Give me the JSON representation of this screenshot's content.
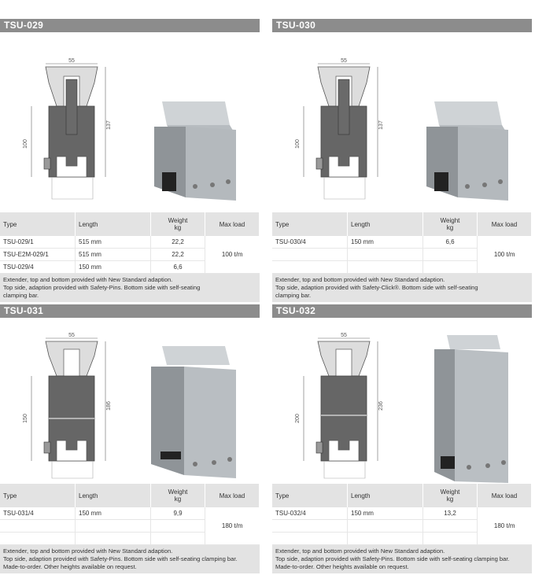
{
  "panels": [
    {
      "id": "TSU-029",
      "dims": {
        "width": "55",
        "height_inner": "100",
        "height_outer": "137"
      },
      "headers": {
        "type": "Type",
        "length": "Length",
        "weight": "Weight",
        "weight_unit": "kg",
        "max_load": "Max load"
      },
      "rows": [
        {
          "type": "TSU-029/1",
          "length": "515 mm",
          "weight": "22,2"
        },
        {
          "type": "TSU-E2M-029/1",
          "length": "515 mm",
          "weight": "22,2"
        },
        {
          "type": "TSU-029/4",
          "length": "150 mm",
          "weight": "6,6"
        }
      ],
      "max_load": "100 t/m",
      "description": [
        "Extender, top and bottom provided with New Standard adaption.",
        "Top side, adaption provided with Safety-Pins. Bottom side with self-seating",
        "clamping bar."
      ]
    },
    {
      "id": "TSU-030",
      "dims": {
        "width": "55",
        "height_inner": "100",
        "height_outer": "137"
      },
      "headers": {
        "type": "Type",
        "length": "Length",
        "weight": "Weight",
        "weight_unit": "kg",
        "max_load": "Max load"
      },
      "rows": [
        {
          "type": "TSU-030/4",
          "length": "150 mm",
          "weight": "6,6"
        },
        {
          "type": "",
          "length": "",
          "weight": ""
        },
        {
          "type": "",
          "length": "",
          "weight": ""
        }
      ],
      "max_load": "100 t/m",
      "description": [
        "Extender, top and bottom provided with New Standard adaption.",
        "Top side, adaption provided with Safety-Click®. Bottom side with self-seating",
        "clamping bar."
      ]
    },
    {
      "id": "TSU-031",
      "dims": {
        "width": "55",
        "height_inner": "150",
        "height_outer": "186"
      },
      "headers": {
        "type": "Type",
        "length": "Length",
        "weight": "Weight",
        "weight_unit": "kg",
        "max_load": "Max load"
      },
      "rows": [
        {
          "type": "TSU-031/4",
          "length": "150 mm",
          "weight": "9,9"
        },
        {
          "type": "",
          "length": "",
          "weight": ""
        },
        {
          "type": "",
          "length": "",
          "weight": ""
        }
      ],
      "max_load": "180 t/m",
      "description": [
        "Extender, top and bottom provided with New Standard adaption.",
        "Top side, adaption provided with Safety-Pins. Bottom side with self-seating clamping bar.",
        "Made-to-order. Other heights available on request."
      ]
    },
    {
      "id": "TSU-032",
      "dims": {
        "width": "55",
        "height_inner": "200",
        "height_outer": "236"
      },
      "headers": {
        "type": "Type",
        "length": "Length",
        "weight": "Weight",
        "weight_unit": "kg",
        "max_load": "Max load"
      },
      "rows": [
        {
          "type": "TSU-032/4",
          "length": "150 mm",
          "weight": "13,2"
        },
        {
          "type": "",
          "length": "",
          "weight": ""
        },
        {
          "type": "",
          "length": "",
          "weight": ""
        }
      ],
      "max_load": "180 t/m",
      "description": [
        "Extender, top and bottom provided with New Standard adaption.",
        "Top side, adaption provided with Safety-Pins. Bottom side with self-seating clamping bar.",
        "Made-to-order. Other heights available on request."
      ]
    }
  ]
}
